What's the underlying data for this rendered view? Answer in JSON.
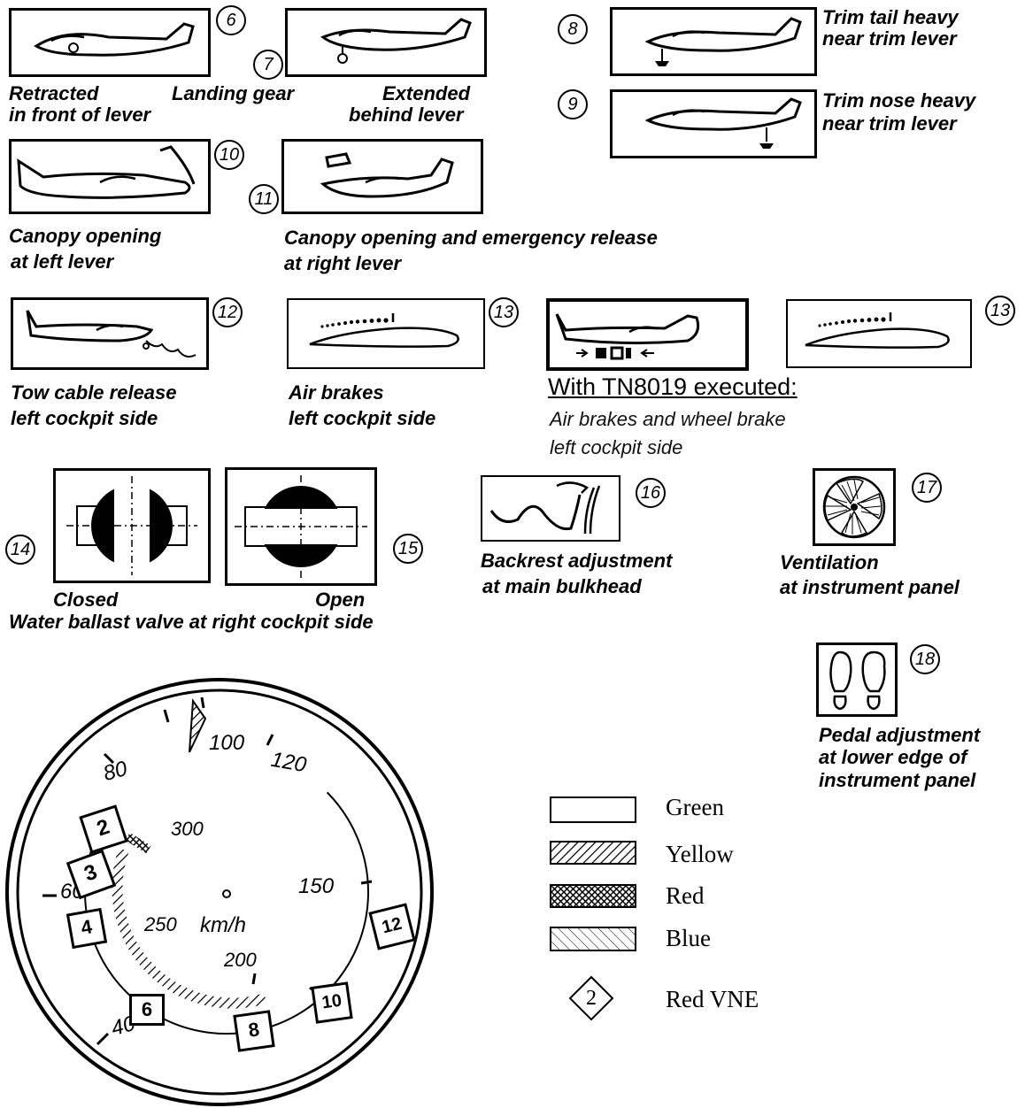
{
  "placards": {
    "p6": {
      "num": "6"
    },
    "p7": {
      "num": "7"
    },
    "p8": {
      "num": "8",
      "line1": "Trim tail heavy",
      "line2": "near trim lever"
    },
    "p9": {
      "num": "9",
      "line1": "Trim nose heavy",
      "line2": "near trim lever"
    },
    "landing_gear": {
      "left1": "Retracted",
      "left2": "in front of lever",
      "mid": "Landing gear",
      "right1": "Extended",
      "right2": "behind lever"
    },
    "p10": {
      "num": "10",
      "line1": "Canopy opening",
      "line2": "at left lever"
    },
    "p11": {
      "num": "11",
      "line1": "Canopy opening and emergency release",
      "line2": "at right lever"
    },
    "p12": {
      "num": "12",
      "line1": "Tow cable release",
      "line2": "left cockpit side"
    },
    "p13a": {
      "num": "13",
      "line1": "Air brakes",
      "line2": "left cockpit side"
    },
    "p13b": {
      "num": "13"
    },
    "tn": {
      "heading": "With TN8019 executed:",
      "line1": "Air brakes and wheel brake",
      "line2": "left cockpit side"
    },
    "p14": {
      "num": "14",
      "label": "Closed"
    },
    "p15": {
      "num": "15",
      "label": "Open"
    },
    "water": {
      "caption": "Water ballast valve at right cockpit side"
    },
    "p16": {
      "num": "16",
      "line1": "Backrest adjustment",
      "line2": "at main bulkhead"
    },
    "p17": {
      "num": "17",
      "line1": "Ventilation",
      "line2": "at instrument panel"
    },
    "p18": {
      "num": "18",
      "line1": "Pedal adjustment",
      "line2": "at lower edge of",
      "line3": "instrument panel"
    }
  },
  "asi": {
    "outer_ticks": [
      "40",
      "60",
      "80",
      "100",
      "120",
      "150"
    ],
    "inner_ticks": [
      "200",
      "250",
      "300"
    ],
    "unit": "km/h",
    "vne_markers": [
      "2",
      "3",
      "4",
      "6",
      "8",
      "10",
      "12"
    ]
  },
  "legend": {
    "items": [
      {
        "pattern": "plain",
        "label": "Green"
      },
      {
        "pattern": "hatch",
        "label": "Yellow"
      },
      {
        "pattern": "cross",
        "label": "Red"
      },
      {
        "pattern": "thin-hatch",
        "label": "Blue"
      },
      {
        "pattern": "diamond",
        "label": "Red VNE",
        "symbol": "2"
      }
    ]
  }
}
